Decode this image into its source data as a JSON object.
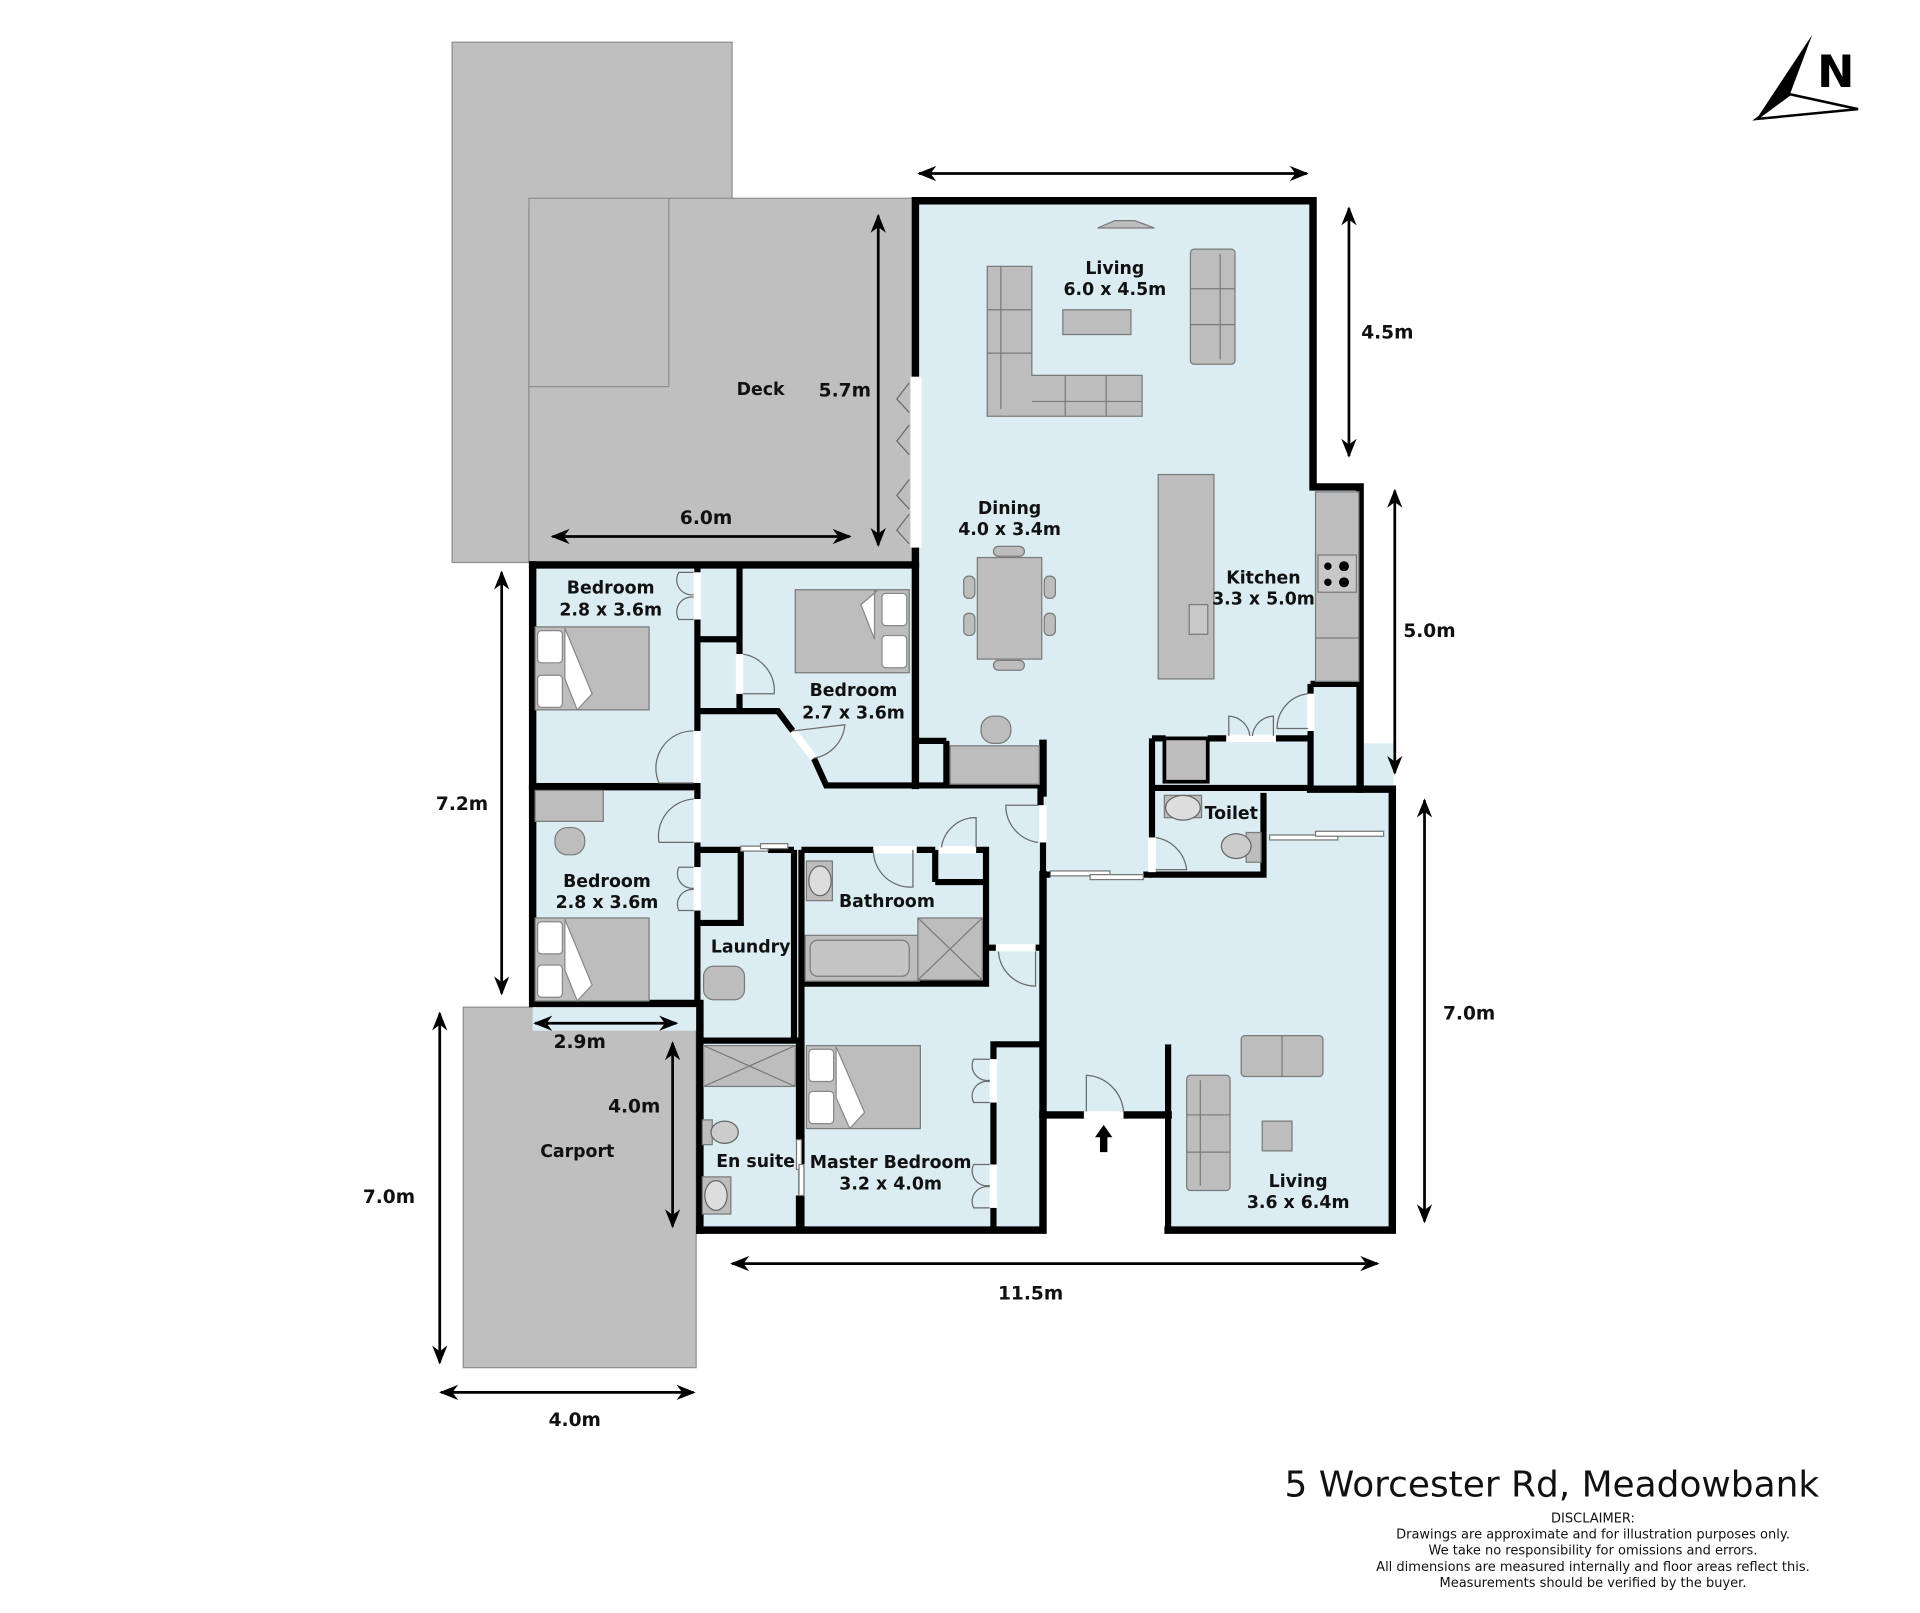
{
  "title": "5 Worcester Rd, Meadowbank",
  "disclaimer": {
    "heading": "DISCLAIMER:",
    "lines": [
      "Drawings are approximate and for illustration purposes only.",
      "We take no responsibility for omissions and errors.",
      "All dimensions are measured internally and floor areas reflect this.",
      "Measurements should be verified by the buyer."
    ]
  },
  "compass": {
    "label": "N",
    "icon": "north-arrow-icon"
  },
  "rooms": {
    "living_main": {
      "name": "Living",
      "size": "6.0 x 4.5m"
    },
    "dining": {
      "name": "Dining",
      "size": "4.0 x 3.4m"
    },
    "kitchen": {
      "name": "Kitchen",
      "size": "3.3 x 5.0m"
    },
    "deck": {
      "name": "Deck"
    },
    "bedroom_1": {
      "name": "Bedroom",
      "size": "2.8 x 3.6m"
    },
    "bedroom_2": {
      "name": "Bedroom",
      "size": "2.7 x 3.6m"
    },
    "bedroom_3": {
      "name": "Bedroom",
      "size": "2.8 x 3.6m"
    },
    "laundry": {
      "name": "Laundry"
    },
    "bathroom": {
      "name": "Bathroom"
    },
    "toilet": {
      "name": "Toilet"
    },
    "en_suite": {
      "name": "En suite"
    },
    "master_bedroom": {
      "name": "Master Bedroom",
      "size": "3.2 x 4.0m"
    },
    "living_2": {
      "name": "Living",
      "size": "3.6 x 6.4m"
    },
    "carport": {
      "name": "Carport"
    }
  },
  "dimensions": {
    "deck_height": "5.7m",
    "deck_width": "6.0m",
    "living_height": "4.5m",
    "kitchen_height": "5.0m",
    "bedrooms_height": "7.2m",
    "bedroom_width": "2.9m",
    "carport_inner_height": "4.0m",
    "living2_height": "7.0m",
    "carport_height": "7.0m",
    "overall_width": "11.5m",
    "carport_width": "4.0m"
  },
  "colors": {
    "room_fill": "#dbedf3",
    "outdoor_fill": "#bfbfbf",
    "wall": "#000000",
    "furniture": "#bdbdbd"
  }
}
